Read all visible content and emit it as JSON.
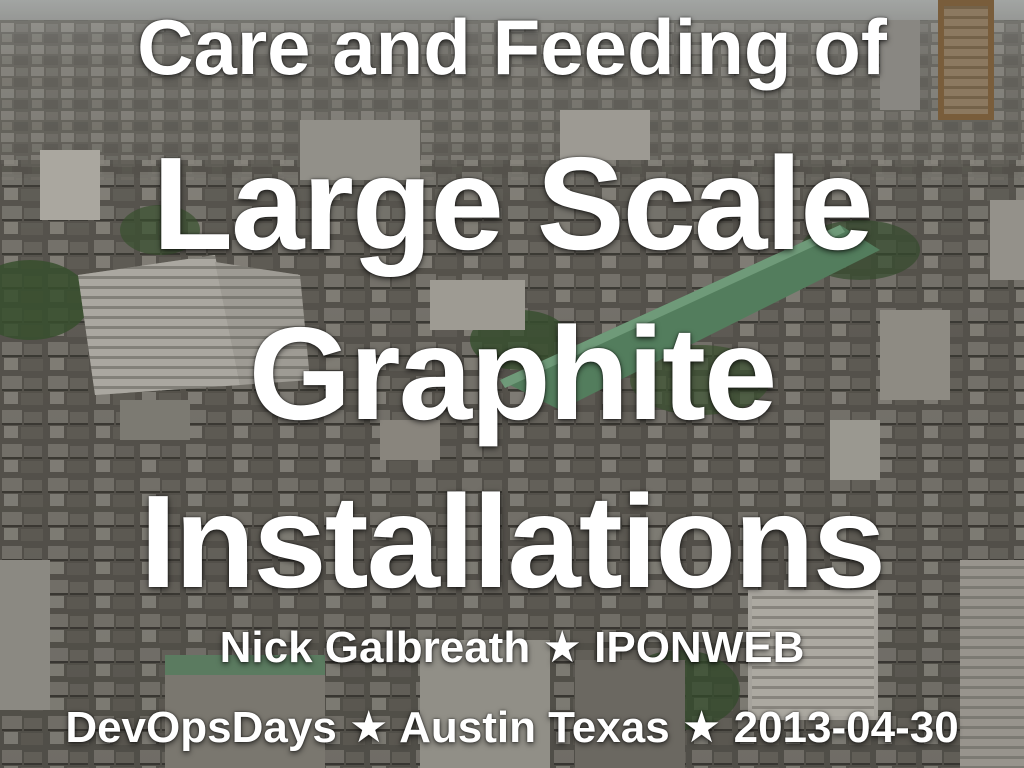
{
  "slide": {
    "title_line_1": "Care and Feeding of",
    "title_line_2": "Large Scale",
    "title_line_3": "Graphite",
    "title_line_4": "Installations",
    "author": "Nick Galbreath",
    "company": "IPONWEB",
    "event": "DevOpsDays",
    "location": "Austin Texas",
    "date": "2013-04-30",
    "separator": "★"
  },
  "background": {
    "description_icon": "city-aerial-photo",
    "sky_color": "#bfc3c2",
    "building_color": "#6e6a62",
    "roof_color": "#8d8a82",
    "green_roof_color": "#5f8f6a",
    "tree_color": "#3f5a34"
  }
}
